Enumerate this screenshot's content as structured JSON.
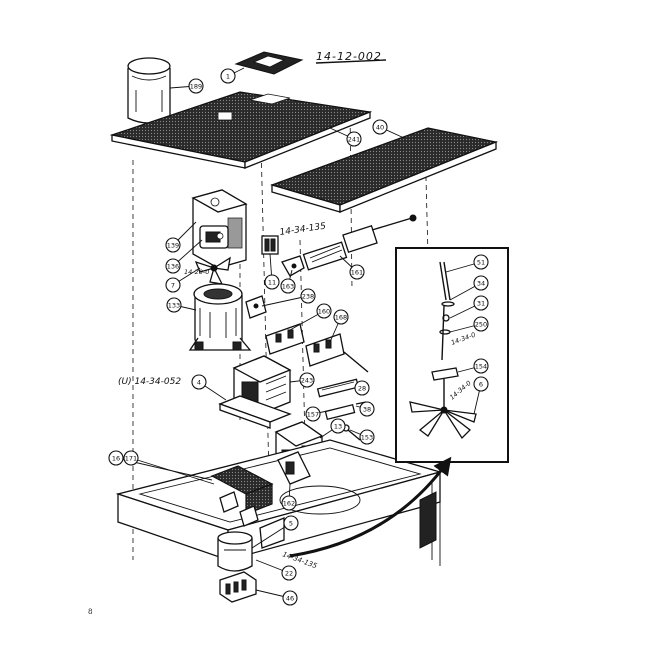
{
  "annotations": {
    "top_code": "14-12-002",
    "bracket_code": "14-34-135",
    "small_code": "14-20-0",
    "left_code": "(U) 14-34-052",
    "inset_code_1": "14-34-0",
    "inset_code_2": "14-34-0",
    "bottom_code": "14-34-135",
    "page_number": "8"
  },
  "callouts": [
    {
      "id": "c-1",
      "label": "1"
    },
    {
      "id": "c-189",
      "label": "189"
    },
    {
      "id": "c-241",
      "label": "241"
    },
    {
      "id": "c-40",
      "label": "40"
    },
    {
      "id": "c-139",
      "label": "139"
    },
    {
      "id": "c-136",
      "label": "136"
    },
    {
      "id": "c-7",
      "label": "7"
    },
    {
      "id": "c-133",
      "label": "133"
    },
    {
      "id": "c-11",
      "label": "11"
    },
    {
      "id": "c-163",
      "label": "163"
    },
    {
      "id": "c-161",
      "label": "161"
    },
    {
      "id": "c-238",
      "label": "238"
    },
    {
      "id": "c-160",
      "label": "160"
    },
    {
      "id": "c-168",
      "label": "168"
    },
    {
      "id": "c-4",
      "label": "4"
    },
    {
      "id": "c-243",
      "label": "243"
    },
    {
      "id": "c-28",
      "label": "28"
    },
    {
      "id": "c-157",
      "label": "157"
    },
    {
      "id": "c-38",
      "label": "38"
    },
    {
      "id": "c-13",
      "label": "13"
    },
    {
      "id": "c-153",
      "label": "153"
    },
    {
      "id": "c-16",
      "label": "16"
    },
    {
      "id": "c-171",
      "label": "171"
    },
    {
      "id": "c-162",
      "label": "162"
    },
    {
      "id": "c-5",
      "label": "5"
    },
    {
      "id": "c-22",
      "label": "22"
    },
    {
      "id": "c-46",
      "label": "46"
    },
    {
      "id": "c-51",
      "label": "51"
    },
    {
      "id": "c-34",
      "label": "34"
    },
    {
      "id": "c-31",
      "label": "31"
    },
    {
      "id": "c-250",
      "label": "250"
    },
    {
      "id": "c-154",
      "label": "154"
    },
    {
      "id": "c-6",
      "label": "6"
    }
  ]
}
